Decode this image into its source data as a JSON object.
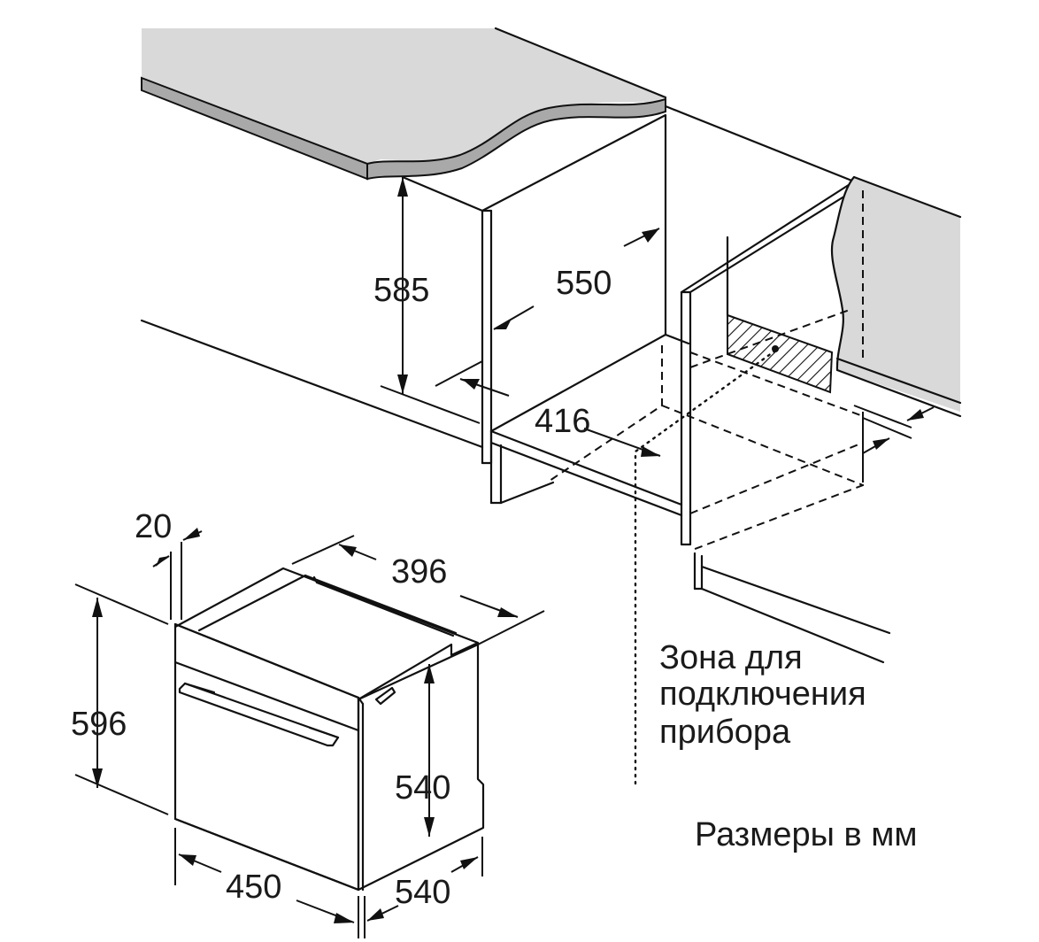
{
  "dimensions": {
    "niche_height": "585",
    "niche_depth": "550",
    "niche_width": "416",
    "front_panel_thickness": "20",
    "oven_depth_top": "396",
    "oven_height": "596",
    "oven_inner_height": "540",
    "oven_width": "450",
    "oven_depth_bottom": "540"
  },
  "labels": {
    "connection_zone_line1": "Зона для",
    "connection_zone_line2": "подключения",
    "connection_zone_line3": "прибора",
    "units_note": "Размеры в мм"
  },
  "colors": {
    "countertop_fill": "#d9d9d9",
    "countertop_edge": "#a9a9a9",
    "hatch": "#111111",
    "line": "#111111"
  }
}
